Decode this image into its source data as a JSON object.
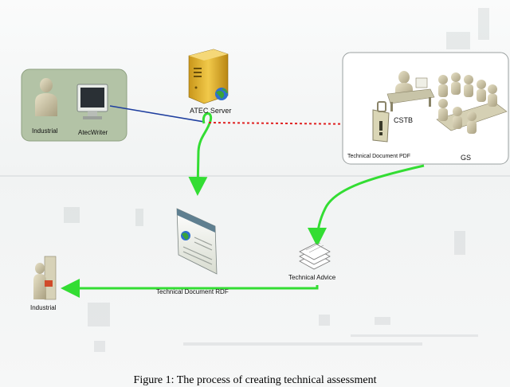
{
  "labels": {
    "industrial_left": "Industrial",
    "atecwriter": "AtecWriter",
    "atec_server": "ATEC Server",
    "cstb": "CSTB",
    "gs": "GS",
    "technical_document_pdf": "Technical Document PDF",
    "technical_advice": "Technical Advice",
    "technical_document_rdf": "Technical Document RDF",
    "industrial_bottom": "Industrial"
  },
  "caption": "Figure 1: The process of creating technical assessment",
  "colors": {
    "blue_arrow": "#1f3f9f",
    "red_dotted_arrow": "#e02020",
    "green_arrow": "#33dd33",
    "user_box_fill": "#b3c3a6",
    "server_gold": "#e8b830"
  },
  "icons": [
    "person-icon",
    "computer-monitor-icon",
    "server-icon",
    "globe-icon",
    "person-at-desk-icon",
    "meeting-group-icon",
    "pdf-document-icon",
    "web-page-icon",
    "document-stack-icon",
    "person-at-door-icon"
  ]
}
